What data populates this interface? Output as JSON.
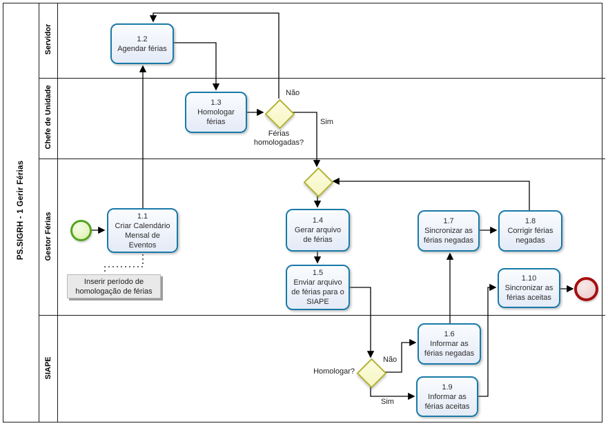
{
  "pool": {
    "title": "PS.SIGRH - 1 Gerir  Férias"
  },
  "lanes": [
    {
      "label": "Servidor"
    },
    {
      "label": "Chefe de Unidade"
    },
    {
      "label": "Gestor Férias"
    },
    {
      "label": "SIAPE"
    }
  ],
  "tasks": {
    "t11": {
      "num": "1.1",
      "name": "Criar Calendário Mensal de Eventos"
    },
    "t12": {
      "num": "1.2",
      "name": "Agendar férias"
    },
    "t13": {
      "num": "1.3",
      "name": "Homologar férias"
    },
    "t14": {
      "num": "1.4",
      "name": "Gerar arquivo de férias"
    },
    "t15": {
      "num": "1.5",
      "name": "Enviar arquivo de férias para o SIAPE"
    },
    "t16": {
      "num": "1.6",
      "name": "Informar as férias negadas"
    },
    "t17": {
      "num": "1.7",
      "name": "Sincronizar as férias negadas"
    },
    "t18": {
      "num": "1.8",
      "name": "Corrigir férias negadas"
    },
    "t19": {
      "num": "1.9",
      "name": "Informar as férias aceitas"
    },
    "t110": {
      "num": "1.10",
      "name": "Sincronizar as férias aceitas"
    }
  },
  "gateways": {
    "g1": {
      "question": "Férias homologadas?",
      "yes": "Sim",
      "no": "Não"
    },
    "g2": {
      "question": "Homologar?",
      "yes": "Sim",
      "no": "Não"
    }
  },
  "annotation": {
    "text": "Inserir período de homologação de férias"
  },
  "colors": {
    "task_border": "#1879a8",
    "gateway_border": "#b2b232",
    "start_border": "#54a421",
    "end_border": "#a50f0f",
    "line_color": "#000000",
    "annotation_bg": "#e9e9e9"
  }
}
